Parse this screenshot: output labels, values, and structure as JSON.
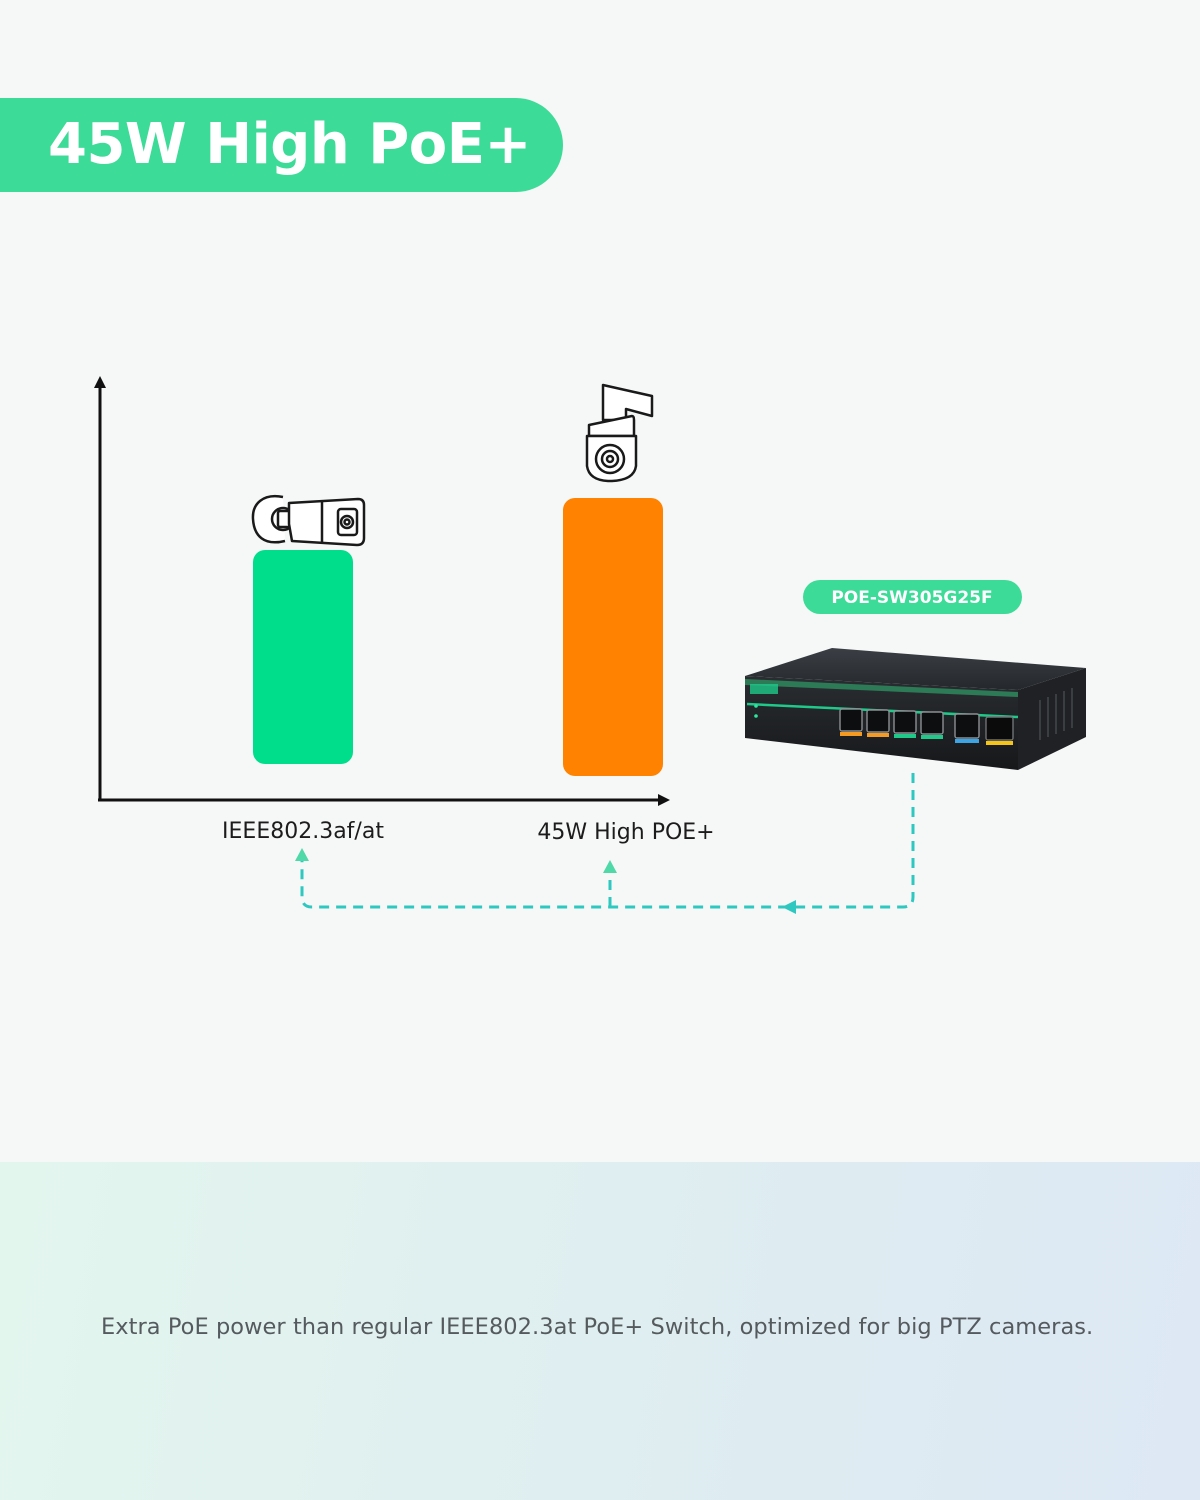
{
  "header": {
    "title": "45W High PoE+"
  },
  "chart_data": {
    "type": "bar",
    "categories": [
      "IEEE802.3af/at",
      "45W High POE+"
    ],
    "values": [
      0.77,
      1.0
    ],
    "bar_colors": [
      "#00de8c",
      "#ff8200"
    ],
    "bar_icons": [
      "bullet-camera-icon",
      "ptz-dome-camera-icon"
    ],
    "xlabel": "",
    "ylabel": ""
  },
  "device": {
    "model_label": "POE-SW305G25F",
    "label_color": "#3ddb98",
    "icon": "poe-switch-icon"
  },
  "colors": {
    "connector": "#2fc8c0",
    "accent_green": "#3ddb98"
  },
  "footer": {
    "caption": "Extra PoE power than regular IEEE802.3at PoE+ Switch, optimized for big PTZ cameras."
  }
}
